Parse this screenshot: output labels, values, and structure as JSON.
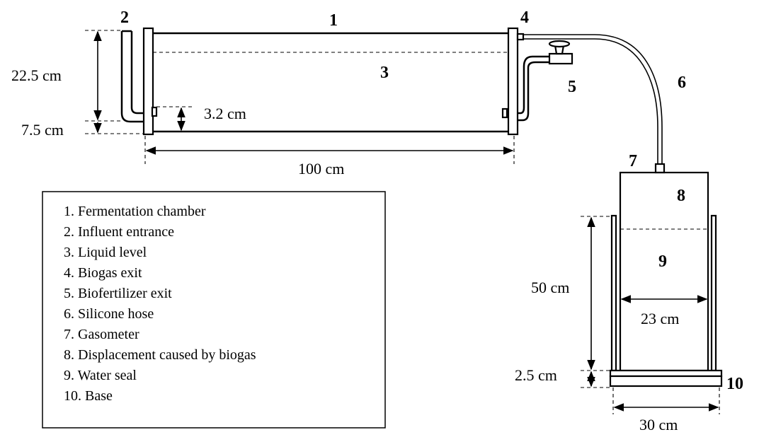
{
  "callouts": {
    "n1": "1",
    "n2": "2",
    "n3": "3",
    "n4": "4",
    "n5": "5",
    "n6": "6",
    "n7": "7",
    "n8": "8",
    "n9": "9",
    "n10": "10"
  },
  "dimensions": {
    "height_chamber": "22.5 cm",
    "height_liquid_gap": "7.5 cm",
    "outlet_height": "3.2 cm",
    "length_chamber": "100 cm",
    "gasometer_height": "50 cm",
    "gasometer_width": "23 cm",
    "base_height": "2.5 cm",
    "base_width": "30 cm"
  },
  "legend": {
    "items": [
      "1. Fermentation chamber",
      "2. Influent entrance",
      "3. Liquid level",
      "4. Biogas exit",
      "5. Biofertilizer exit",
      "6. Silicone hose",
      "7. Gasometer",
      "8. Displacement caused by biogas",
      "9. Water seal",
      "10. Base"
    ]
  }
}
